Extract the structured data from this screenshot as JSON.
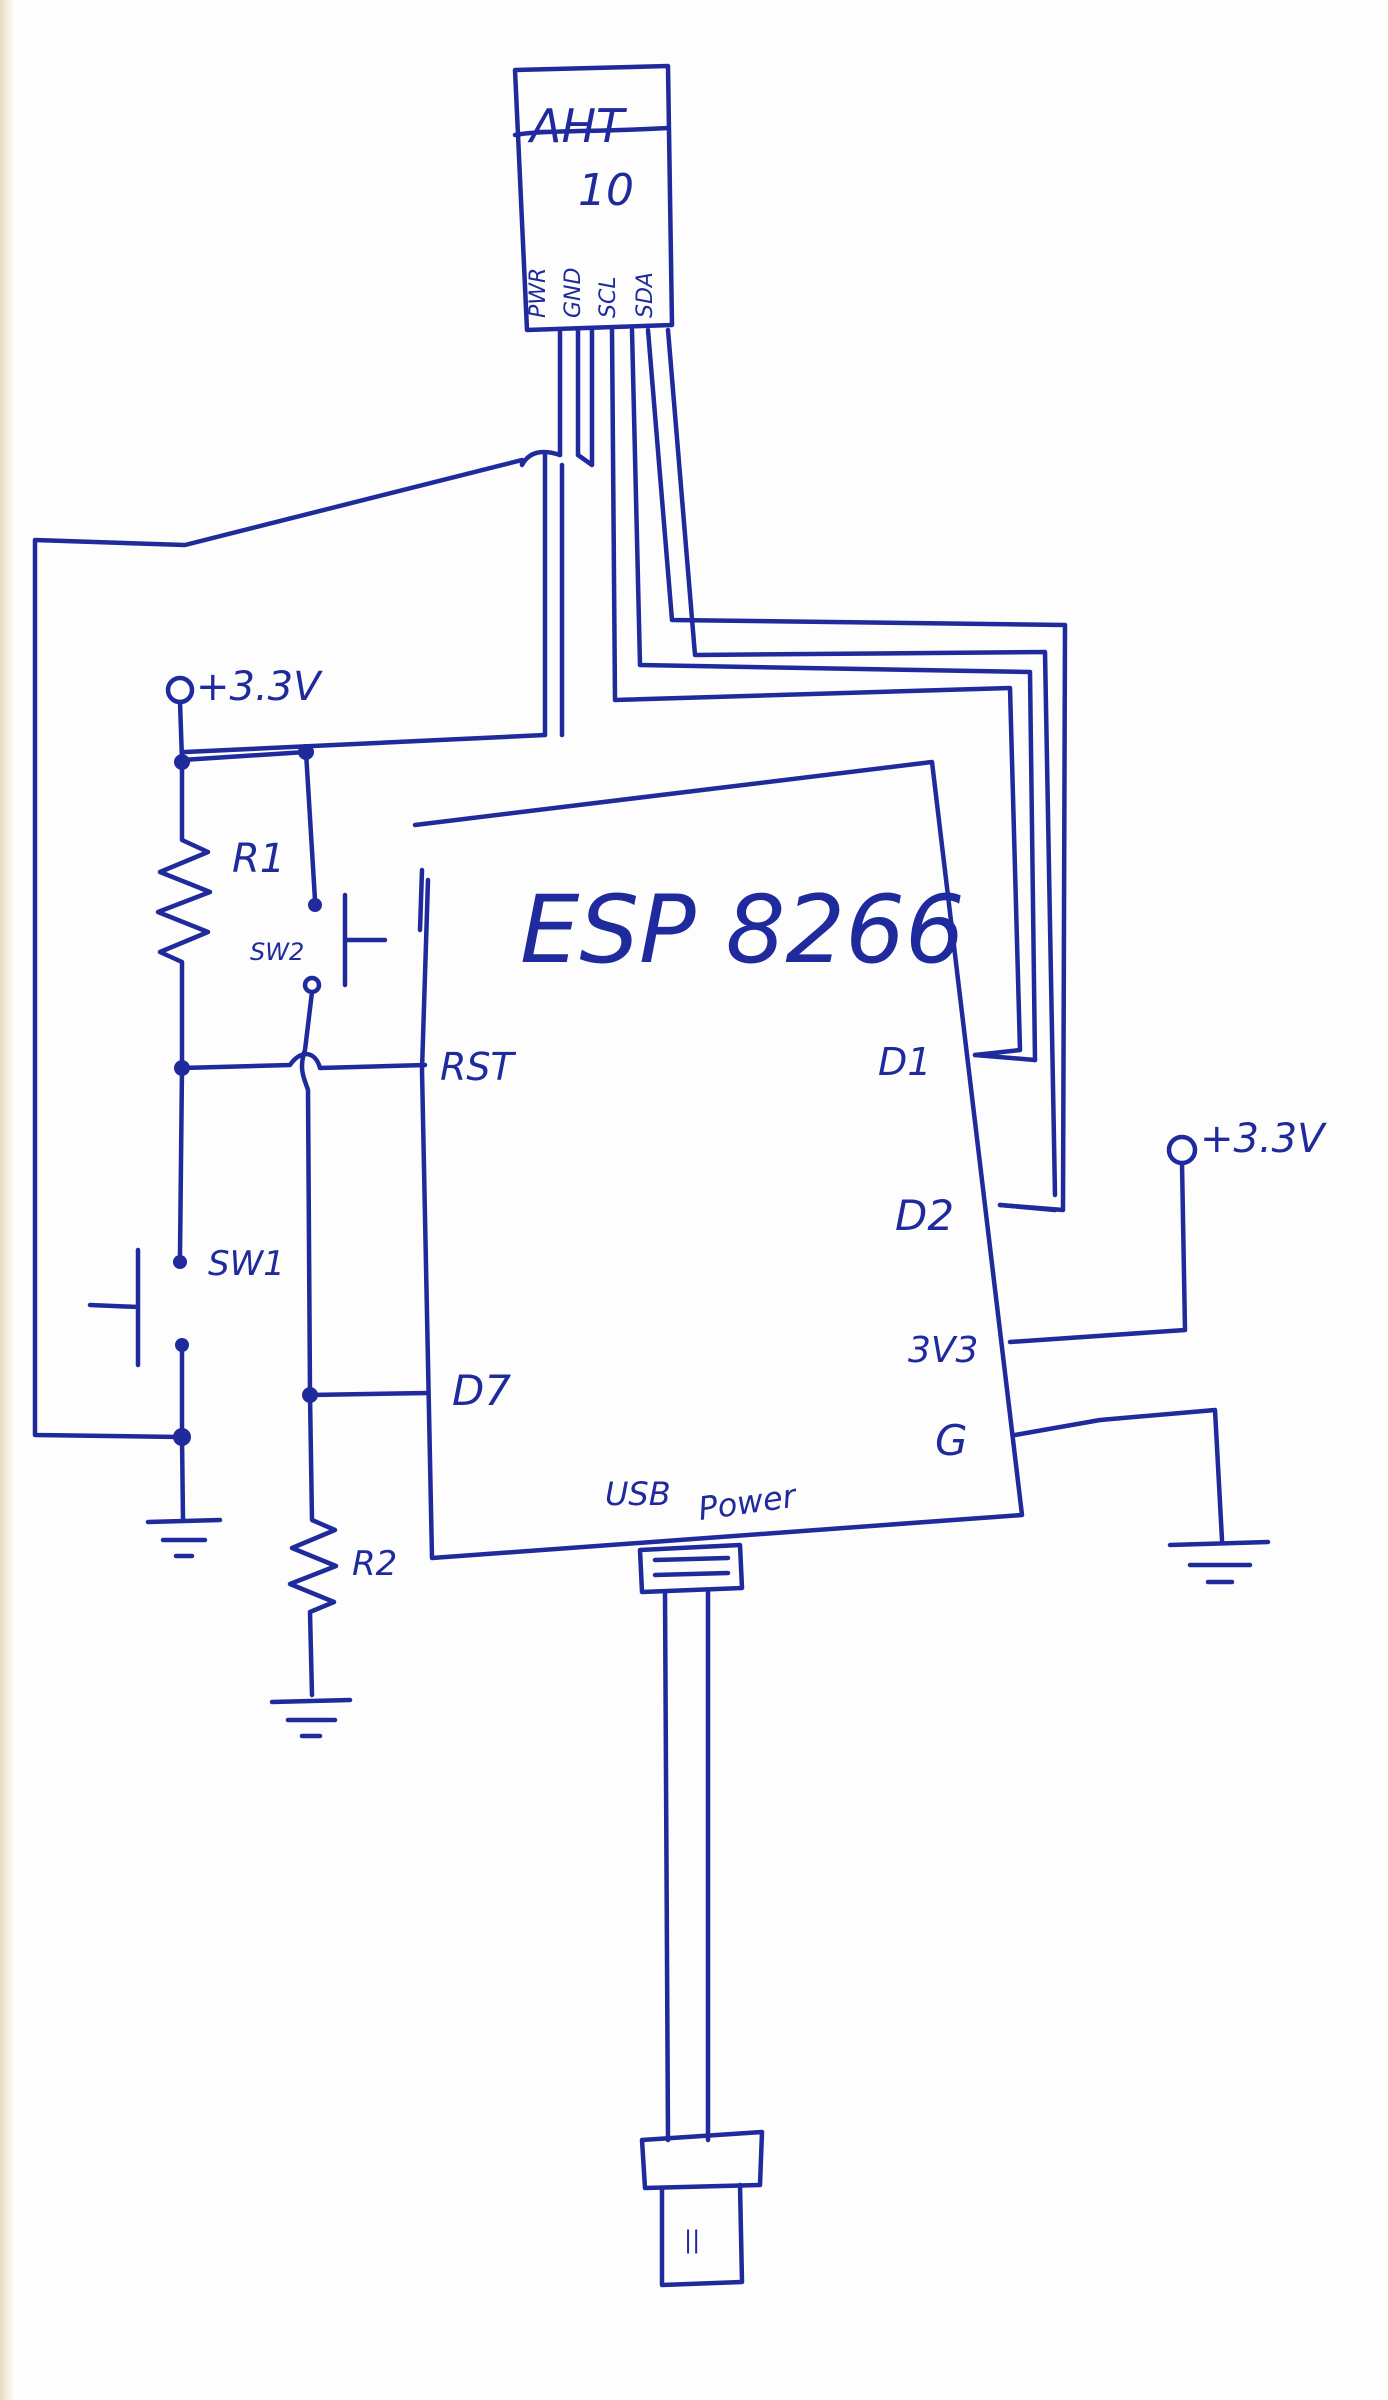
{
  "sensor": {
    "name_line1": "AHT",
    "name_line2": "10",
    "pins": [
      "PWR",
      "GND",
      "SCL",
      "SDA"
    ]
  },
  "mcu": {
    "name": "ESP 8266",
    "pin_rst": "RST",
    "pin_d7": "D7",
    "pin_d1": "D1",
    "pin_d2": "D2",
    "pin_3v3": "3V3",
    "pin_g": "G",
    "pin_usb": "USB",
    "pin_power": "Power"
  },
  "labels": {
    "supply_left": "+3.3V",
    "supply_right": "+3.3V",
    "r1": "R1",
    "r2": "R2",
    "sw1": "SW1",
    "sw2": "SW2"
  },
  "connector": {
    "marking": "||"
  },
  "colors": {
    "ink": "#1f2a9c",
    "paper": "#fdfdfd"
  }
}
